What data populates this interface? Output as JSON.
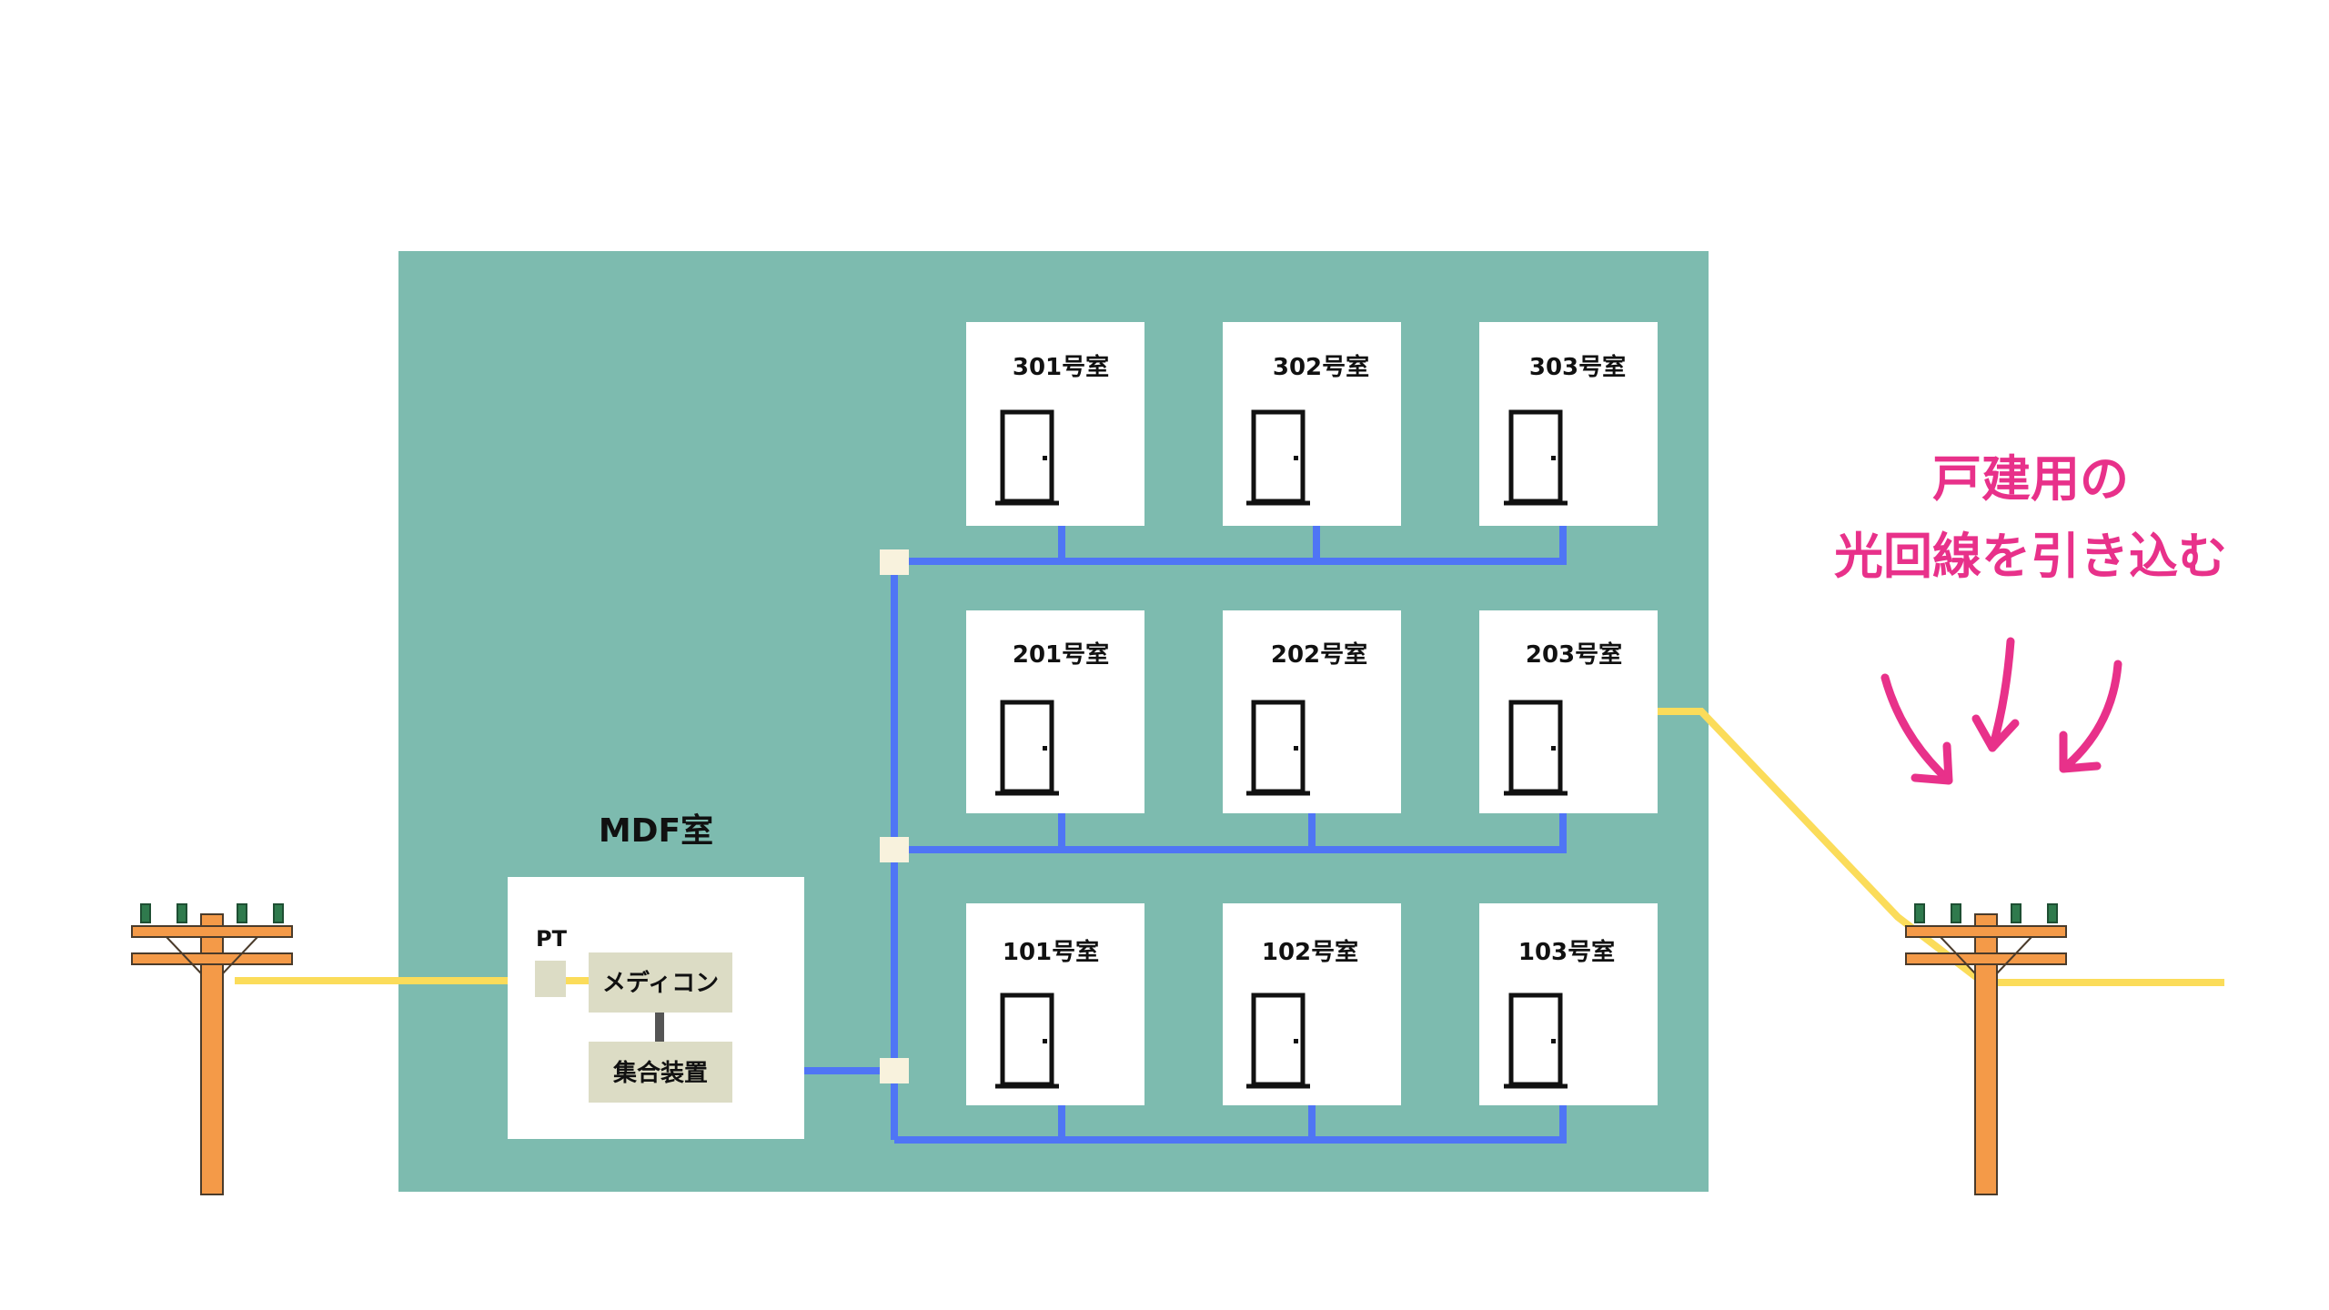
{
  "building": {
    "color": "#7dbbaf",
    "rooms": [
      {
        "id": "301",
        "label": "301号室"
      },
      {
        "id": "302",
        "label": "302号室"
      },
      {
        "id": "303",
        "label": "303号室"
      },
      {
        "id": "201",
        "label": "201号室"
      },
      {
        "id": "202",
        "label": "202号室"
      },
      {
        "id": "203",
        "label": "203号室"
      },
      {
        "id": "101",
        "label": "101号室"
      },
      {
        "id": "102",
        "label": "102号室"
      },
      {
        "id": "103",
        "label": "103号室"
      }
    ]
  },
  "mdf": {
    "title": "MDF室",
    "pt_label": "PT",
    "medicon_label": "メディコン",
    "concentrator_label": "集合装置"
  },
  "callout": {
    "line1": "戸建用の",
    "line2": "光回線を引き込む",
    "color": "#e8318a"
  },
  "colors": {
    "fiber_shared": "#fbdc5a",
    "lan": "#4f75f5",
    "pole": "#f49a48",
    "junction": "#f8f2dd",
    "device": "#dcdcc5"
  },
  "icons": [
    "door-icon",
    "utility-pole-icon",
    "arrow-down-icon"
  ]
}
